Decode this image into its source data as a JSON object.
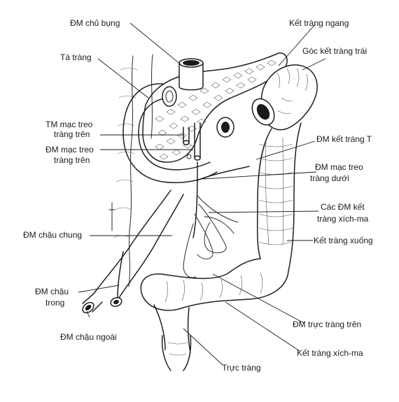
{
  "labels": {
    "dm_chu_bung": "ĐM chủ bụng",
    "ta_trang": "Tá tràng",
    "tm_mac_treo_trang_tren_1": "TM mạc treo",
    "tm_mac_treo_trang_tren_2": "tràng trên",
    "dm_mac_treo_trang_tren_1": "ĐM mạc treo",
    "dm_mac_treo_trang_tren_2": "tràng trên",
    "dm_chau_chung": "ĐM chậu chung",
    "dm_chau_trong_1": "ĐM chậu",
    "dm_chau_trong_2": "trong",
    "dm_chau_ngoai": "ĐM chậu ngoài",
    "ket_trang_ngang": "Kết tràng ngang",
    "goc_ket_trang_trai": "Góc kết tràng trái",
    "dm_ket_trang_t": "ĐM kết tràng T",
    "dm_mac_treo_trang_duoi_1": "ĐM mạc treo",
    "dm_mac_treo_trang_duoi_2": "tràng dưới",
    "cac_dm_ket_trang_xich_ma_1": "Các ĐM kết",
    "cac_dm_ket_trang_xich_ma_2": "tràng xích-ma",
    "ket_trang_xuong": "Kết tràng xuống",
    "dm_truc_trang_tren": "ĐM trực tràng trên",
    "ket_trang_xich_ma": "Kết tràng xích-ma",
    "truc_trang": "Trực tràng"
  }
}
